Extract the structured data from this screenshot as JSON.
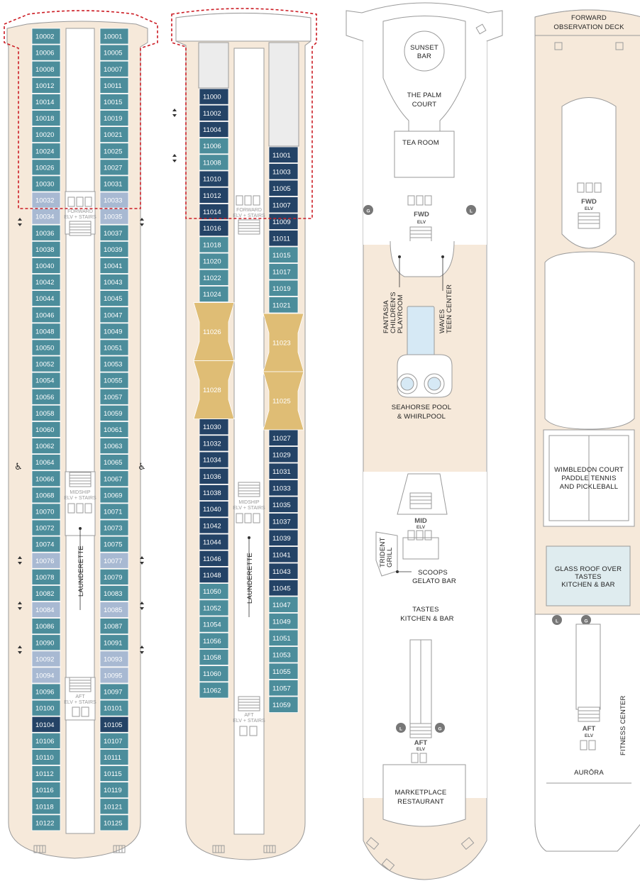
{
  "colors": {
    "cabin_teal": "#4c8d9b",
    "cabin_navy": "#244366",
    "cabin_light": "#a8b9d2",
    "suite_gold": "#dfbd75",
    "hull_beige": "#f6e9da",
    "outline_gray": "#9a9a9a",
    "highlight_red": "#cc1c24",
    "pool_blue": "#d6e9f5",
    "glass_roof": "#dfecef"
  },
  "deck10": {
    "left_cabins": [
      {
        "n": "10002",
        "t": "teal"
      },
      {
        "n": "10006",
        "t": "teal"
      },
      {
        "n": "10008",
        "t": "teal"
      },
      {
        "n": "10012",
        "t": "teal"
      },
      {
        "n": "10014",
        "t": "teal"
      },
      {
        "n": "10018",
        "t": "teal"
      },
      {
        "n": "10020",
        "t": "teal"
      },
      {
        "n": "10024",
        "t": "teal"
      },
      {
        "n": "10026",
        "t": "teal"
      },
      {
        "n": "10030",
        "t": "teal"
      },
      {
        "n": "10032",
        "t": "light"
      },
      {
        "n": "10034",
        "t": "light"
      },
      {
        "n": "10036",
        "t": "teal"
      },
      {
        "n": "10038",
        "t": "teal"
      },
      {
        "n": "10040",
        "t": "teal"
      },
      {
        "n": "10042",
        "t": "teal"
      },
      {
        "n": "10044",
        "t": "teal"
      },
      {
        "n": "10046",
        "t": "teal"
      },
      {
        "n": "10048",
        "t": "teal"
      },
      {
        "n": "10050",
        "t": "teal"
      },
      {
        "n": "10052",
        "t": "teal"
      },
      {
        "n": "10054",
        "t": "teal"
      },
      {
        "n": "10056",
        "t": "teal"
      },
      {
        "n": "10058",
        "t": "teal"
      },
      {
        "n": "10060",
        "t": "teal"
      },
      {
        "n": "10062",
        "t": "teal"
      },
      {
        "n": "10064",
        "t": "teal"
      },
      {
        "n": "10066",
        "t": "teal"
      },
      {
        "n": "10068",
        "t": "teal"
      },
      {
        "n": "10070",
        "t": "teal"
      },
      {
        "n": "10072",
        "t": "teal"
      },
      {
        "n": "10074",
        "t": "teal"
      },
      {
        "n": "10076",
        "t": "light"
      },
      {
        "n": "10078",
        "t": "teal"
      },
      {
        "n": "10082",
        "t": "teal"
      },
      {
        "n": "10084",
        "t": "light"
      },
      {
        "n": "10086",
        "t": "teal"
      },
      {
        "n": "10090",
        "t": "teal"
      },
      {
        "n": "10092",
        "t": "light"
      },
      {
        "n": "10094",
        "t": "light"
      },
      {
        "n": "10096",
        "t": "teal"
      },
      {
        "n": "10100",
        "t": "teal"
      },
      {
        "n": "10104",
        "t": "navy"
      },
      {
        "n": "10106",
        "t": "teal"
      },
      {
        "n": "10110",
        "t": "teal"
      },
      {
        "n": "10112",
        "t": "teal"
      },
      {
        "n": "10116",
        "t": "teal"
      },
      {
        "n": "10118",
        "t": "teal"
      },
      {
        "n": "10122",
        "t": "teal"
      }
    ],
    "right_cabins": [
      {
        "n": "10001",
        "t": "teal"
      },
      {
        "n": "10005",
        "t": "teal"
      },
      {
        "n": "10007",
        "t": "teal"
      },
      {
        "n": "10011",
        "t": "teal"
      },
      {
        "n": "10015",
        "t": "teal"
      },
      {
        "n": "10019",
        "t": "teal"
      },
      {
        "n": "10021",
        "t": "teal"
      },
      {
        "n": "10025",
        "t": "teal"
      },
      {
        "n": "10027",
        "t": "teal"
      },
      {
        "n": "10031",
        "t": "teal"
      },
      {
        "n": "10033",
        "t": "light"
      },
      {
        "n": "10035",
        "t": "light"
      },
      {
        "n": "10037",
        "t": "teal"
      },
      {
        "n": "10039",
        "t": "teal"
      },
      {
        "n": "10041",
        "t": "teal"
      },
      {
        "n": "10043",
        "t": "teal"
      },
      {
        "n": "10045",
        "t": "teal"
      },
      {
        "n": "10047",
        "t": "teal"
      },
      {
        "n": "10049",
        "t": "teal"
      },
      {
        "n": "10051",
        "t": "teal"
      },
      {
        "n": "10053",
        "t": "teal"
      },
      {
        "n": "10055",
        "t": "teal"
      },
      {
        "n": "10057",
        "t": "teal"
      },
      {
        "n": "10059",
        "t": "teal"
      },
      {
        "n": "10061",
        "t": "teal"
      },
      {
        "n": "10063",
        "t": "teal"
      },
      {
        "n": "10065",
        "t": "teal"
      },
      {
        "n": "10067",
        "t": "teal"
      },
      {
        "n": "10069",
        "t": "teal"
      },
      {
        "n": "10071",
        "t": "teal"
      },
      {
        "n": "10073",
        "t": "teal"
      },
      {
        "n": "10075",
        "t": "teal"
      },
      {
        "n": "10077",
        "t": "light"
      },
      {
        "n": "10079",
        "t": "teal"
      },
      {
        "n": "10083",
        "t": "teal"
      },
      {
        "n": "10085",
        "t": "light"
      },
      {
        "n": "10087",
        "t": "teal"
      },
      {
        "n": "10091",
        "t": "teal"
      },
      {
        "n": "10093",
        "t": "light"
      },
      {
        "n": "10095",
        "t": "light"
      },
      {
        "n": "10097",
        "t": "teal"
      },
      {
        "n": "10101",
        "t": "teal"
      },
      {
        "n": "10105",
        "t": "navy"
      },
      {
        "n": "10107",
        "t": "teal"
      },
      {
        "n": "10111",
        "t": "teal"
      },
      {
        "n": "10115",
        "t": "teal"
      },
      {
        "n": "10119",
        "t": "teal"
      },
      {
        "n": "10121",
        "t": "teal"
      },
      {
        "n": "10125",
        "t": "teal"
      }
    ],
    "labels": {
      "forward": "FORWARD",
      "forward_sub": "ELV + STAIRS",
      "midship": "MIDSHIP",
      "midship_sub": "ELV + STAIRS",
      "aft": "AFT",
      "aft_sub": "ELV + STAIRS",
      "launderette": "LAUNDERETTE"
    }
  },
  "deck11": {
    "left_cabins": [
      {
        "n": "11000",
        "t": "navy"
      },
      {
        "n": "11002",
        "t": "navy"
      },
      {
        "n": "11004",
        "t": "navy"
      },
      {
        "n": "11006",
        "t": "teal"
      },
      {
        "n": "11008",
        "t": "teal"
      },
      {
        "n": "11010",
        "t": "navy"
      },
      {
        "n": "11012",
        "t": "navy"
      },
      {
        "n": "11014",
        "t": "navy"
      },
      {
        "n": "11016",
        "t": "navy"
      },
      {
        "n": "11018",
        "t": "teal"
      },
      {
        "n": "11020",
        "t": "teal"
      },
      {
        "n": "11022",
        "t": "teal"
      },
      {
        "n": "11024",
        "t": "teal"
      },
      {
        "n": "11026",
        "t": "gold"
      },
      {
        "n": "11028",
        "t": "gold"
      },
      {
        "n": "11030",
        "t": "navy"
      },
      {
        "n": "11032",
        "t": "navy"
      },
      {
        "n": "11034",
        "t": "navy"
      },
      {
        "n": "11036",
        "t": "navy"
      },
      {
        "n": "11038",
        "t": "navy"
      },
      {
        "n": "11040",
        "t": "navy"
      },
      {
        "n": "11042",
        "t": "navy"
      },
      {
        "n": "11044",
        "t": "navy"
      },
      {
        "n": "11046",
        "t": "navy"
      },
      {
        "n": "11048",
        "t": "navy"
      },
      {
        "n": "11050",
        "t": "teal"
      },
      {
        "n": "11052",
        "t": "teal"
      },
      {
        "n": "11054",
        "t": "teal"
      },
      {
        "n": "11056",
        "t": "teal"
      },
      {
        "n": "11058",
        "t": "teal"
      },
      {
        "n": "11060",
        "t": "teal"
      },
      {
        "n": "11062",
        "t": "teal"
      }
    ],
    "right_cabins": [
      {
        "n": "11001",
        "t": "navy"
      },
      {
        "n": "11003",
        "t": "navy"
      },
      {
        "n": "11005",
        "t": "navy"
      },
      {
        "n": "11007",
        "t": "navy"
      },
      {
        "n": "11009",
        "t": "navy"
      },
      {
        "n": "11011",
        "t": "navy"
      },
      {
        "n": "11015",
        "t": "teal"
      },
      {
        "n": "11017",
        "t": "teal"
      },
      {
        "n": "11019",
        "t": "teal"
      },
      {
        "n": "11021",
        "t": "teal"
      },
      {
        "n": "11023",
        "t": "gold"
      },
      {
        "n": "11025",
        "t": "gold"
      },
      {
        "n": "11027",
        "t": "navy"
      },
      {
        "n": "11029",
        "t": "navy"
      },
      {
        "n": "11031",
        "t": "navy"
      },
      {
        "n": "11033",
        "t": "navy"
      },
      {
        "n": "11035",
        "t": "navy"
      },
      {
        "n": "11037",
        "t": "navy"
      },
      {
        "n": "11039",
        "t": "navy"
      },
      {
        "n": "11041",
        "t": "navy"
      },
      {
        "n": "11043",
        "t": "navy"
      },
      {
        "n": "11045",
        "t": "navy"
      },
      {
        "n": "11047",
        "t": "teal"
      },
      {
        "n": "11049",
        "t": "teal"
      },
      {
        "n": "11051",
        "t": "teal"
      },
      {
        "n": "11053",
        "t": "teal"
      },
      {
        "n": "11055",
        "t": "teal"
      },
      {
        "n": "11057",
        "t": "teal"
      },
      {
        "n": "11059",
        "t": "teal"
      }
    ],
    "labels": {
      "forward": "FORWARD",
      "forward_sub": "ELV + STAIRS",
      "midship": "MIDSHIP",
      "midship_sub": "ELV + STAIRS",
      "aft": "AFT",
      "aft_sub": "ELV + STAIRS",
      "launderette": "LAUNDERETTE"
    }
  },
  "deck_lido": {
    "sunset_bar": [
      "SUNSET",
      "BAR"
    ],
    "palm_court": [
      "THE PALM",
      "COURT"
    ],
    "tea_room": "TEA ROOM",
    "fwd": "FWD",
    "elv": "ELV",
    "fantasia": [
      "FANTASIA",
      "CHILDREN'S",
      "PLAYROOM"
    ],
    "waves": [
      "WAVES",
      "TEEN CENTER"
    ],
    "seahorse": [
      "SEAHORSE POOL",
      "& WHIRLPOOL"
    ],
    "mid": "MID",
    "trident": [
      "TRIDENT",
      "GRILL"
    ],
    "scoops": [
      "SCOOPS",
      "GELATO BAR"
    ],
    "tastes": [
      "TASTES",
      "KITCHEN & BAR"
    ],
    "aft": "AFT",
    "marketplace": [
      "MARKETPLACE",
      "RESTAURANT"
    ],
    "g": "G",
    "l": "L"
  },
  "deck_sports": {
    "forward_obs": [
      "FORWARD",
      "OBSERVATION DECK"
    ],
    "fwd": "FWD",
    "elv": "ELV",
    "wimbledon": [
      "WIMBLEDON COURT",
      "PADDLE TENNIS",
      "AND PICKLEBALL"
    ],
    "glass_roof": [
      "GLASS ROOF OVER",
      "TASTES",
      "KITCHEN & BAR"
    ],
    "aft": "AFT",
    "fitness": "FITNESS CENTER",
    "aurora": "AURŌRA",
    "g": "G",
    "l": "L"
  }
}
